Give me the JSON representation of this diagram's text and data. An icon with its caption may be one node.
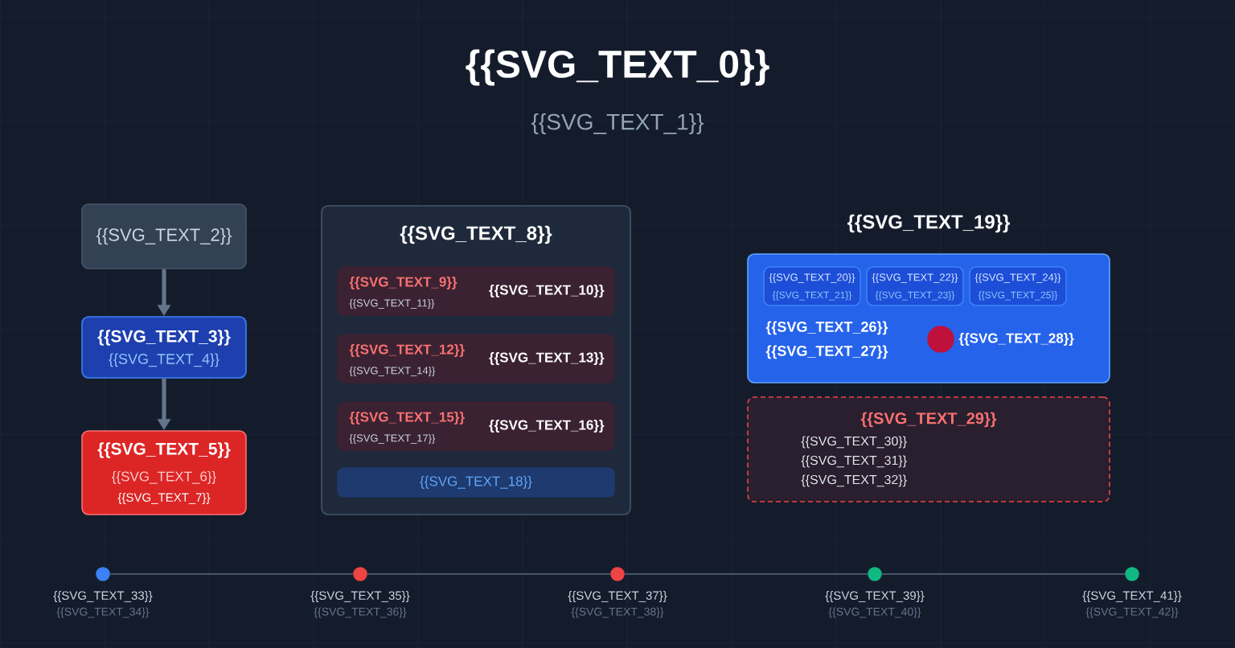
{
  "diagram": {
    "title": "{{SVG_TEXT_0}}",
    "nodes": [
      {
        "text": [
          "{{SVG_TEXT_2}}"
        ]
      },
      {
        "text": [
          "{{SVG_TEXT_3}}",
          "{{SVG_TEXT_4}}"
        ]
      },
      {
        "text": [
          "{{SVG_TEXT_5}}",
          "{{SVG_TEXT_6}}",
          "{{SVG_TEXT_7}}"
        ]
      },
      {
        "text": [
          "{{SVG_TEXT_8}}"
        ]
      },
      {
        "text": [
          "{{SVG_TEXT_9}}",
          "{{SVG_TEXT_10}}",
          "{{SVG_TEXT_11}}"
        ],
        "in": 3
      },
      {
        "text": [
          "{{SVG_TEXT_12}}",
          "{{SVG_TEXT_13}}",
          "{{SVG_TEXT_14}}"
        ],
        "in": 3
      },
      {
        "text": [
          "{{SVG_TEXT_15}}",
          "{{SVG_TEXT_16}}",
          "{{SVG_TEXT_17}}"
        ],
        "in": 3
      },
      {
        "text": [
          "{{SVG_TEXT_18}}"
        ],
        "in": 3
      },
      {
        "text": [
          "{{SVG_TEXT_19}}",
          "{{SVG_TEXT_26}}",
          "{{SVG_TEXT_27}}"
        ]
      },
      {
        "text": [
          "{{SVG_TEXT_20}}",
          "{{SVG_TEXT_21}}"
        ],
        "in": 8
      },
      {
        "text": [
          "{{SVG_TEXT_22}}",
          "{{SVG_TEXT_23}}"
        ],
        "in": 8
      },
      {
        "text": [
          "{{SVG_TEXT_24}}",
          "{{SVG_TEXT_25}}"
        ],
        "in": 8
      },
      {
        "text": [],
        "shape": "circle",
        "beside": [
          "{{SVG_TEXT_28}}"
        ],
        "in": 8
      },
      {
        "text": [
          "{{SVG_TEXT_29}}",
          "{{SVG_TEXT_30}}",
          "{{SVG_TEXT_31}}",
          "{{SVG_TEXT_32}}"
        ]
      },
      {
        "text": [],
        "shape": "circle",
        "beside": [
          "{{SVG_TEXT_33}}",
          "{{SVG_TEXT_34}}"
        ]
      },
      {
        "text": [],
        "shape": "circle",
        "beside": [
          "{{SVG_TEXT_35}}",
          "{{SVG_TEXT_36}}"
        ]
      },
      {
        "text": [],
        "shape": "circle",
        "beside": [
          "{{SVG_TEXT_37}}",
          "{{SVG_TEXT_38}}"
        ]
      },
      {
        "text": [],
        "shape": "circle",
        "beside": [
          "{{SVG_TEXT_39}}",
          "{{SVG_TEXT_40}}"
        ]
      },
      {
        "text": [],
        "shape": "circle",
        "beside": [
          "{{SVG_TEXT_41}}",
          "{{SVG_TEXT_42}}"
        ]
      }
    ],
    "edges": [
      {
        "from": 0,
        "to": 1,
        "arrow": "to",
        "style": "thick",
        "color": "#64748b"
      },
      {
        "from": 1,
        "to": 2,
        "arrow": "to",
        "style": "thick",
        "color": "#64748b"
      },
      {
        "from": 14,
        "to": 15,
        "arrow": "none"
      },
      {
        "from": 15,
        "to": 16,
        "arrow": "none"
      },
      {
        "from": 16,
        "to": 17,
        "arrow": "none"
      },
      {
        "from": 17,
        "to": 18,
        "arrow": "none"
      }
    ],
    "labels": [
      "{{SVG_TEXT_1}}"
    ]
  }
}
